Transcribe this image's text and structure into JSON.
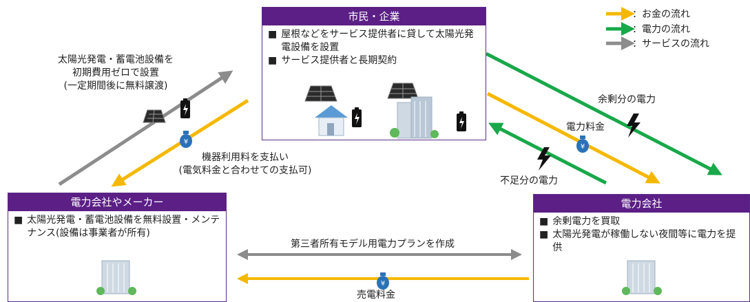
{
  "legend": [
    {
      "label": "：お金の流れ",
      "color": "#f5b800"
    },
    {
      "label": "：電力の流れ",
      "color": "#19a84a"
    },
    {
      "label": "：サービスの流れ",
      "color": "#8c8c8c"
    }
  ],
  "citizens": {
    "title": "市民・企業",
    "bullets": [
      "屋根などをサービス提供者に貸して太陽光発電設備を設置",
      "サービス提供者と長期契約"
    ]
  },
  "provider": {
    "title": "電力会社やメーカー",
    "bullets": [
      "太陽光発電・蓄電池設備を無料設置・メンテナンス(設備は事業者が所有)"
    ]
  },
  "utility": {
    "title": "電力会社",
    "bullets": [
      "余剰電力を買取",
      "太陽光発電が稼働しない夜間等に電力を提供"
    ]
  },
  "labels": {
    "install_line1": "太陽光発電・蓄電池設備を",
    "install_line2": "初期費用ゼロで設置",
    "install_line3": "(一定期間後に無料譲渡)",
    "fee_line1": "機器利用料を支払い",
    "fee_line2": "(電気料金と合わせての支払可)",
    "surplus": "余剰分の電力",
    "power_fee": "電力料金",
    "shortage": "不足分の電力",
    "plan": "第三者所有モデル用電力プランを作成",
    "sale_fee": "売電料金"
  },
  "bullet_mark": "■"
}
